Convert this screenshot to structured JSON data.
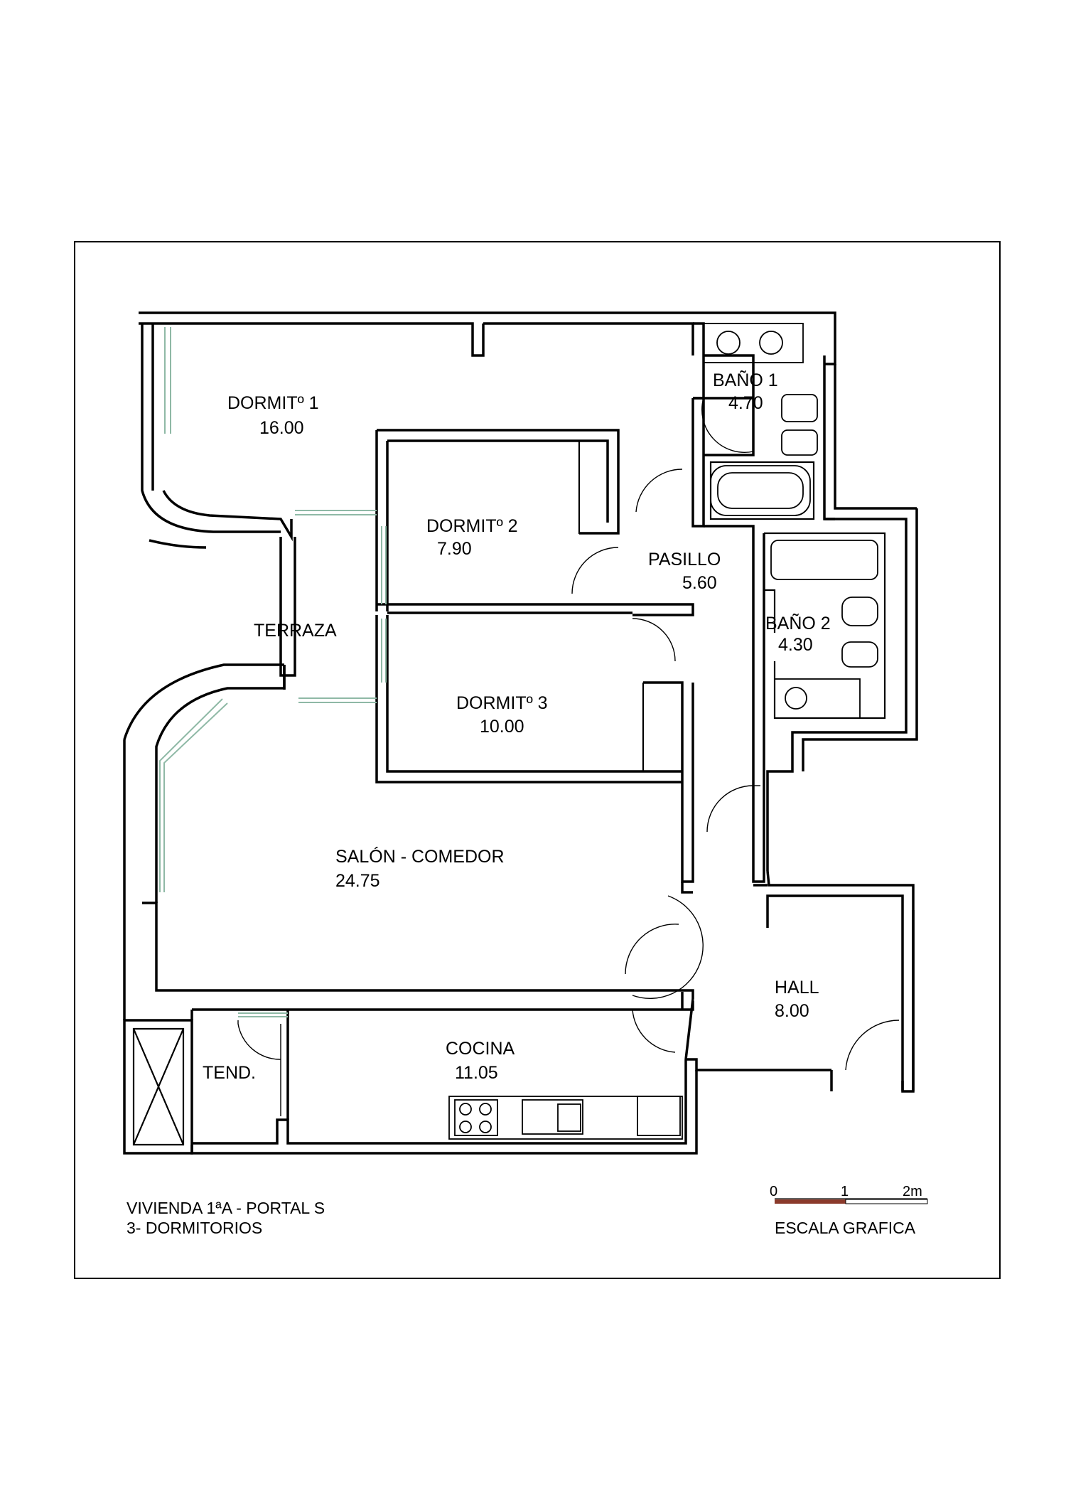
{
  "rooms": [
    {
      "name": "DORMITº 1",
      "area": "16.00"
    },
    {
      "name": "DORMITº 2",
      "area": "7.90"
    },
    {
      "name": "DORMITº 3",
      "area": "10.00"
    },
    {
      "name": "BAÑO 1",
      "area": "4.70"
    },
    {
      "name": "BAÑO 2",
      "area": "4.30"
    },
    {
      "name": "PASILLO",
      "area": "5.60"
    },
    {
      "name": "TERRAZA",
      "area": ""
    },
    {
      "name": "SALÓN - COMEDOR",
      "area": "24.75"
    },
    {
      "name": "HALL",
      "area": "8.00"
    },
    {
      "name": "COCINA",
      "area": "11.05"
    },
    {
      "name": "TEND.",
      "area": ""
    }
  ],
  "caption": {
    "line1": "VIVIENDA 1ªA - PORTAL S",
    "line2": "3- DORMITORIOS"
  },
  "scale": {
    "tick_0": "0",
    "tick_1": "1",
    "tick_2": "2m",
    "label": "ESCALA GRAFICA",
    "bar_color": "#8b3a2b"
  }
}
